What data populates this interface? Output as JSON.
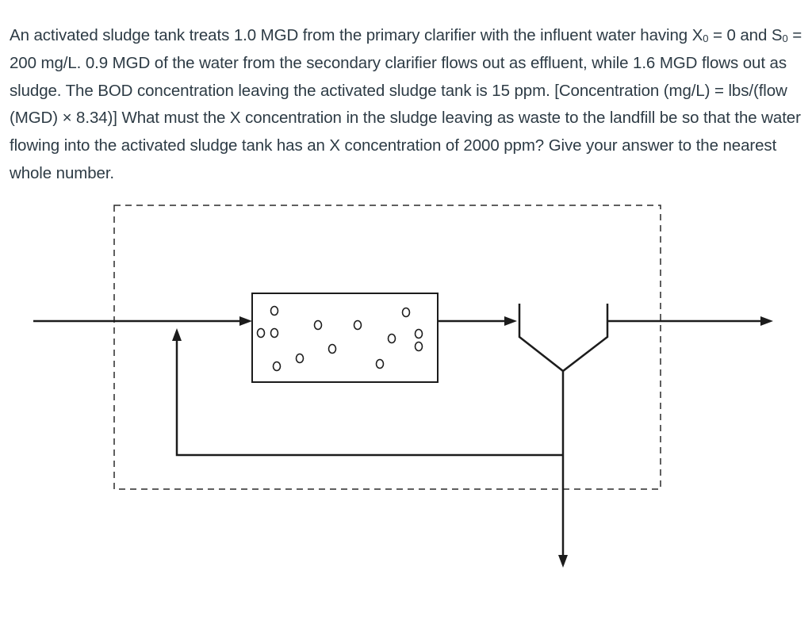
{
  "question": {
    "part1": "An activated sludge tank treats 1.0 MGD from the primary clarifier with the influent water having X",
    "sub1": "0",
    "part2": " = 0 and S",
    "sub2": "0",
    "part3": " = 200 mg/L. 0.9 MGD of the water from the secondary clarifier flows out as effluent, while 1.6 MGD flows out as sludge. The BOD concentration leaving the activated sludge tank is 15 ppm.  [Concentration (mg/L) = lbs/(flow (MGD) × 8.34)] What must the X concentration in the sludge leaving as waste to the landfill be so that the water flowing into the activated sludge tank has an X concentration of 2000 ppm? Give your answer to the nearest whole number."
  }
}
